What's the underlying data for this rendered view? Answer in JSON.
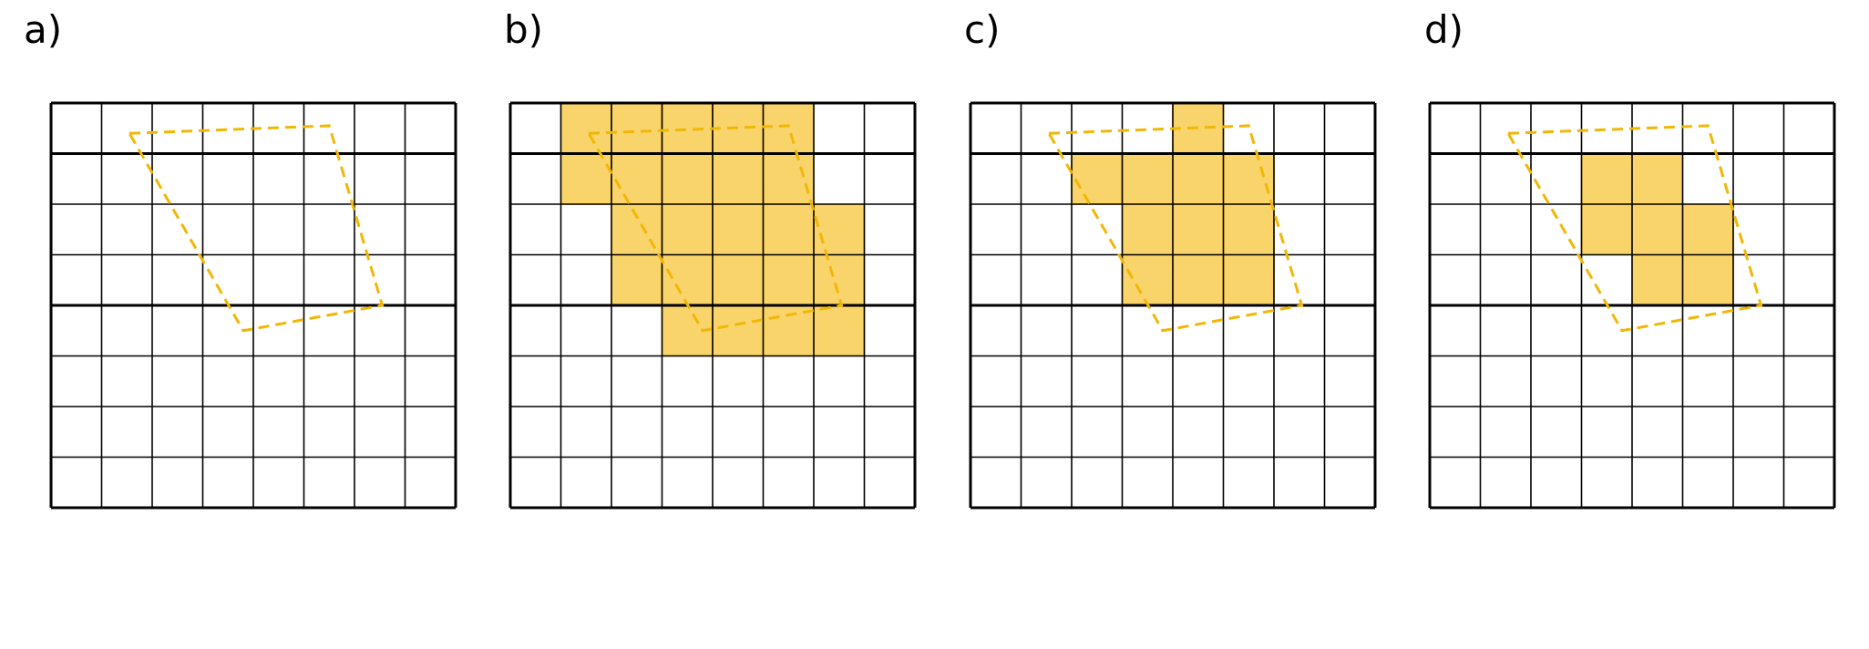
{
  "panels": [
    {
      "label": "a)",
      "grid": {
        "rows": 8,
        "cols": 8
      },
      "filled_cells": []
    },
    {
      "label": "b)",
      "grid": {
        "rows": 8,
        "cols": 8
      },
      "filled_cells": [
        [
          0,
          1
        ],
        [
          0,
          2
        ],
        [
          0,
          3
        ],
        [
          0,
          4
        ],
        [
          0,
          5
        ],
        [
          1,
          1
        ],
        [
          1,
          2
        ],
        [
          1,
          3
        ],
        [
          1,
          4
        ],
        [
          1,
          5
        ],
        [
          2,
          2
        ],
        [
          2,
          3
        ],
        [
          2,
          4
        ],
        [
          2,
          5
        ],
        [
          2,
          6
        ],
        [
          3,
          2
        ],
        [
          3,
          3
        ],
        [
          3,
          4
        ],
        [
          3,
          5
        ],
        [
          3,
          6
        ],
        [
          4,
          3
        ],
        [
          4,
          4
        ],
        [
          4,
          5
        ],
        [
          4,
          6
        ]
      ]
    },
    {
      "label": "c)",
      "grid": {
        "rows": 8,
        "cols": 8
      },
      "filled_cells": [
        [
          0,
          4
        ],
        [
          1,
          2
        ],
        [
          1,
          3
        ],
        [
          1,
          4
        ],
        [
          1,
          5
        ],
        [
          2,
          3
        ],
        [
          2,
          4
        ],
        [
          2,
          5
        ],
        [
          3,
          3
        ],
        [
          3,
          4
        ],
        [
          3,
          5
        ]
      ]
    },
    {
      "label": "d)",
      "grid": {
        "rows": 8,
        "cols": 8
      },
      "filled_cells": [
        [
          1,
          3
        ],
        [
          1,
          4
        ],
        [
          2,
          3
        ],
        [
          2,
          4
        ],
        [
          2,
          5
        ],
        [
          3,
          4
        ],
        [
          3,
          5
        ]
      ]
    }
  ],
  "shape": {
    "description_units": "grid cells",
    "vertices": [
      [
        1.55,
        0.6
      ],
      [
        5.5,
        0.45
      ],
      [
        6.55,
        4.0
      ],
      [
        3.8,
        4.5
      ]
    ]
  },
  "colors": {
    "grid_line": "#000000",
    "fill": "#F5C63A",
    "outline": "#F2B705",
    "label": "#000000"
  }
}
